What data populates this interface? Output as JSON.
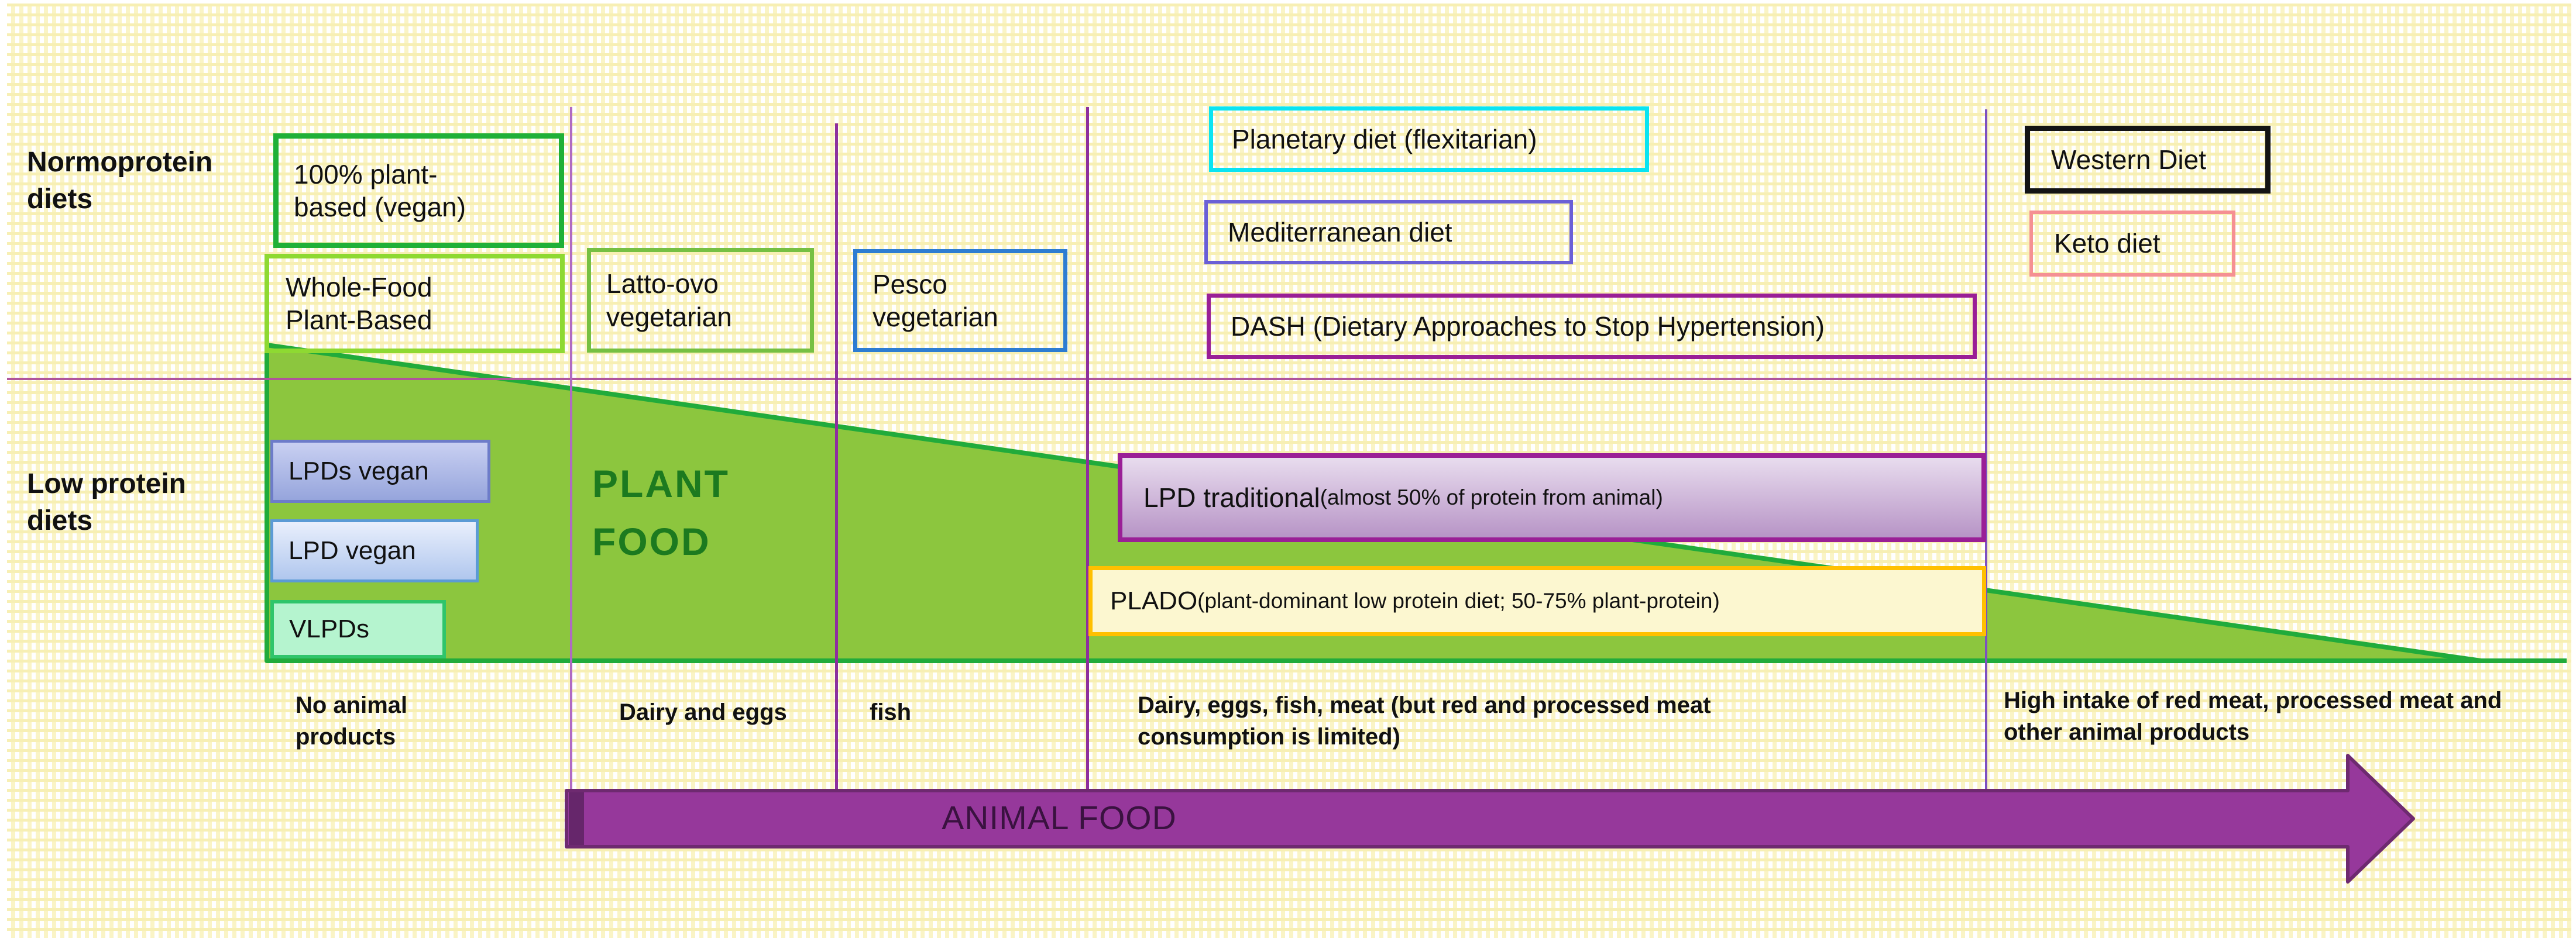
{
  "colors": {
    "panel_yellow": "#faf4c6",
    "plant_fill": "#8cc63e",
    "plant_stroke": "#21ab3b",
    "plant_text": "#1c7a1f",
    "animal_fill": "#96389b",
    "animal_stroke": "#6e2a70",
    "animal_dark_band": "#5e2363",
    "animal_text": "#3a1240",
    "hline": "#b0559c",
    "vline1": "#b06ac2",
    "vline2": "#8e2f9e",
    "vline3": "#8e2f9e",
    "vline4": "#7d50c0",
    "label_text": "#111111"
  },
  "row_labels": {
    "normoprotein": "Normoprotein diets",
    "low_protein": "Low protein diets"
  },
  "normo_boxes": [
    {
      "id": "vegan100",
      "label": "100% plant-based (vegan)",
      "border": "#1fb038"
    },
    {
      "id": "wfpb",
      "label": "Whole-Food Plant-Based",
      "border": "#8ed932"
    },
    {
      "id": "latto",
      "label": "Latto-ovo vegetarian",
      "border": "#76c043"
    },
    {
      "id": "pesco",
      "label": "Pesco vegetarian",
      "border": "#2d7dd2"
    },
    {
      "id": "planetary",
      "label": "Planetary diet (flexitarian)",
      "border": "#0ae4f2"
    },
    {
      "id": "mediterranean",
      "label": "Mediterranean diet",
      "border": "#6a5fd6"
    },
    {
      "id": "dash",
      "label": "DASH (Dietary Approaches to Stop Hypertension)",
      "border": "#9a1f96"
    },
    {
      "id": "western",
      "label": "Western Diet",
      "border": "#141414"
    },
    {
      "id": "keto",
      "label": "Keto diet",
      "border": "#f59093"
    }
  ],
  "low_boxes": [
    {
      "id": "lpds_vegan",
      "label": "LPDs vegan",
      "border": "#6d7cc9",
      "fill_top": "#c9d0f2",
      "fill_bottom": "#96a5dc"
    },
    {
      "id": "lpd_vegan",
      "label": "LPD vegan",
      "border": "#5b9bd5",
      "fill_top": "#e9effc",
      "fill_bottom": "#b0c7ee"
    },
    {
      "id": "vlpds",
      "label": "VLPDs",
      "border": "#2fc56b",
      "fill_top": "#b5f4cf",
      "fill_bottom": "#b5f4cf"
    }
  ],
  "banner_boxes": {
    "lpd_traditional": {
      "main": "LPD traditional ",
      "sub": "(almost 50% of protein from animal)",
      "border": "#9a1f96",
      "fill_top": "#e8dcee",
      "fill_bottom": "#b794c6"
    },
    "plado": {
      "main": "PLADO ",
      "sub": "(plant-dominant low protein diet; 50-75% plant-protein)",
      "border": "#ffc000",
      "fill_top": "#fcf7d0",
      "fill_bottom": "#fcf7d0"
    }
  },
  "zones": {
    "plant_line1": "PLANT",
    "plant_line2": "FOOD",
    "animal": "ANIMAL FOOD"
  },
  "bottom_labels": [
    {
      "id": "no-animal",
      "text": "No animal products"
    },
    {
      "id": "dairy-eggs",
      "text": "Dairy and eggs"
    },
    {
      "id": "fish",
      "text": "fish"
    },
    {
      "id": "dairy-eggs-fish-meat",
      "text": "Dairy, eggs, fish, meat (but red and processed meat consumption is limited)"
    },
    {
      "id": "high-intake",
      "text": "High intake of red meat, processed meat and other animal products"
    }
  ]
}
